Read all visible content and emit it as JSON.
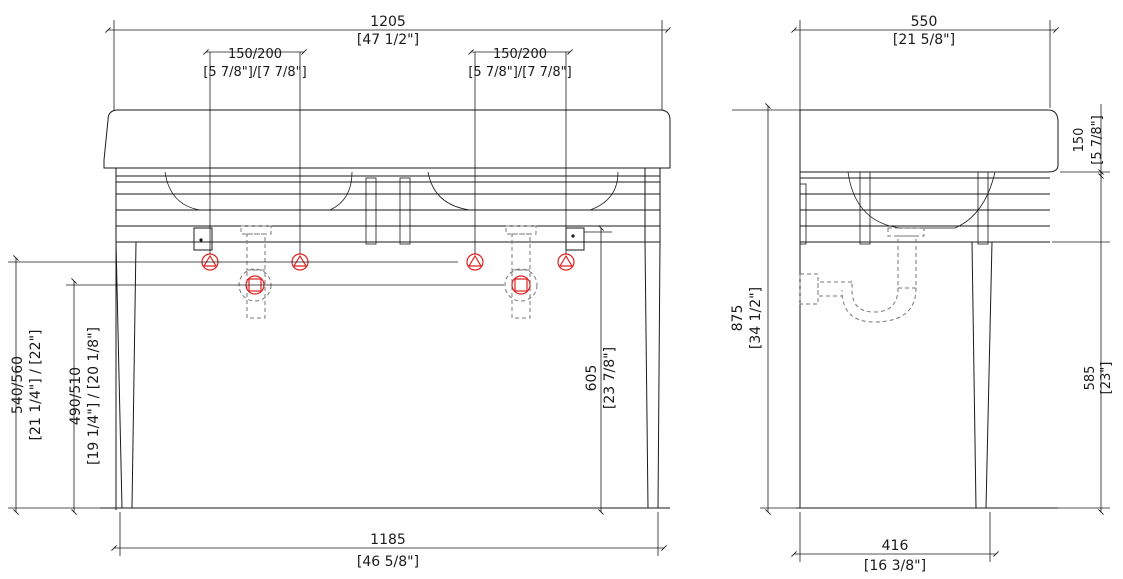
{
  "front_view": {
    "overall_width": "1205",
    "overall_width_in": "[47 1/2\"]",
    "tap_spacing_left": "150/200",
    "tap_spacing_left_in": "[5 7/8\"]/[7 7/8\"]",
    "tap_spacing_right": "150/200",
    "tap_spacing_right_in": "[5 7/8\"]/[7 7/8\"]",
    "leg_width": "1185",
    "leg_width_in": "[46 5/8\"]",
    "supply_height": "540/560",
    "supply_height_in": "[21 1/4\"] / [22\"]",
    "drain_height": "490/510",
    "drain_height_in": "[19 1/4\"] / [20 1/8\"]",
    "mount_height": "605",
    "mount_height_in": "[23 7/8\"]"
  },
  "side_view": {
    "depth": "550",
    "depth_in": "[21 5/8\"]",
    "total_height": "875",
    "total_height_in": "[34 1/2\"]",
    "basin_height": "150",
    "basin_height_in": "[5 7/8\"]",
    "frame_height": "585",
    "frame_height_in": "[23\"]",
    "leg_depth": "416",
    "leg_depth_in": "[16 3/8\"]"
  },
  "colors": {
    "line": "#1a1a1a",
    "service_marker": "#e02020",
    "hidden": "#777777"
  }
}
